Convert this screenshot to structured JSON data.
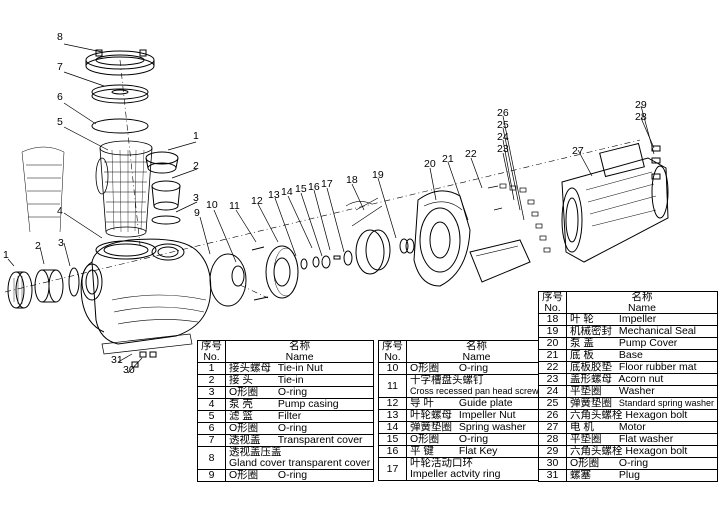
{
  "callouts": [
    "8",
    "7",
    "6",
    "5",
    "1",
    "2",
    "3",
    "4",
    "9",
    "10",
    "11",
    "12",
    "13",
    "14",
    "15",
    "16",
    "17",
    "18",
    "19",
    "20",
    "21",
    "22",
    "23",
    "24",
    "25",
    "26",
    "27",
    "28",
    "29",
    "30",
    "31"
  ],
  "table_header": {
    "no_cn": "序号",
    "no_en": "No.",
    "name_cn": "名称",
    "name_en": "Name"
  },
  "tables": [
    {
      "rows": [
        {
          "no": "1",
          "cn": "接头螺母",
          "en": "Tie-in Nut"
        },
        {
          "no": "2",
          "cn": "接 头",
          "en": "Tie-in"
        },
        {
          "no": "3",
          "cn": "O形圈",
          "en": "O-ring"
        },
        {
          "no": "4",
          "cn": "泵 壳",
          "en": "Pump casing"
        },
        {
          "no": "5",
          "cn": "滤 篮",
          "en": "Filter"
        },
        {
          "no": "6",
          "cn": "O形圈",
          "en": "O-ring"
        },
        {
          "no": "7",
          "cn": "透视盖",
          "en": "Transparent cover"
        },
        {
          "no": "8",
          "cn": "透视盖压盖",
          "en": "Gland cover transparent cover"
        },
        {
          "no": "9",
          "cn": "O形圈",
          "en": "O-ring"
        }
      ]
    },
    {
      "rows": [
        {
          "no": "10",
          "cn": "O形圈",
          "en": "O-ring"
        },
        {
          "no": "11",
          "cn": "十字槽盘头螺钉",
          "en": "Cross recessed pan head screws"
        },
        {
          "no": "12",
          "cn": "导 叶",
          "en": "Guide plate"
        },
        {
          "no": "13",
          "cn": "叶轮螺母",
          "en": "Impeller Nut"
        },
        {
          "no": "14",
          "cn": "弹簧垫圈",
          "en": "Spring washer"
        },
        {
          "no": "15",
          "cn": "O形圈",
          "en": "O-ring"
        },
        {
          "no": "16",
          "cn": "平 键",
          "en": "Flat Key"
        },
        {
          "no": "17",
          "cn": "叶轮活动口环",
          "en": "Impeller actvity ring"
        }
      ]
    },
    {
      "rows": [
        {
          "no": "18",
          "cn": "叶 轮",
          "en": "Impeller"
        },
        {
          "no": "19",
          "cn": "机械密封",
          "en": "Mechanical Seal"
        },
        {
          "no": "20",
          "cn": "泵 盖",
          "en": "Pump Cover"
        },
        {
          "no": "21",
          "cn": "底 板",
          "en": "Base"
        },
        {
          "no": "22",
          "cn": "底板胶垫",
          "en": "Floor rubber mat"
        },
        {
          "no": "23",
          "cn": "盖形螺母",
          "en": "Acorn nut"
        },
        {
          "no": "24",
          "cn": "平垫圈",
          "en": "Washer"
        },
        {
          "no": "25",
          "cn": "弹簧垫圈",
          "en": "Standard spring washer"
        },
        {
          "no": "26",
          "cn": "六角头螺栓",
          "en": "Hexagon bolt"
        },
        {
          "no": "27",
          "cn": "电 机",
          "en": "Motor"
        },
        {
          "no": "28",
          "cn": "平垫圈",
          "en": "Flat washer"
        },
        {
          "no": "29",
          "cn": "六角头螺栓",
          "en": "Hexagon bolt"
        },
        {
          "no": "30",
          "cn": "O形圈",
          "en": "O-ring"
        },
        {
          "no": "31",
          "cn": "螺塞",
          "en": "Plug"
        }
      ]
    }
  ]
}
